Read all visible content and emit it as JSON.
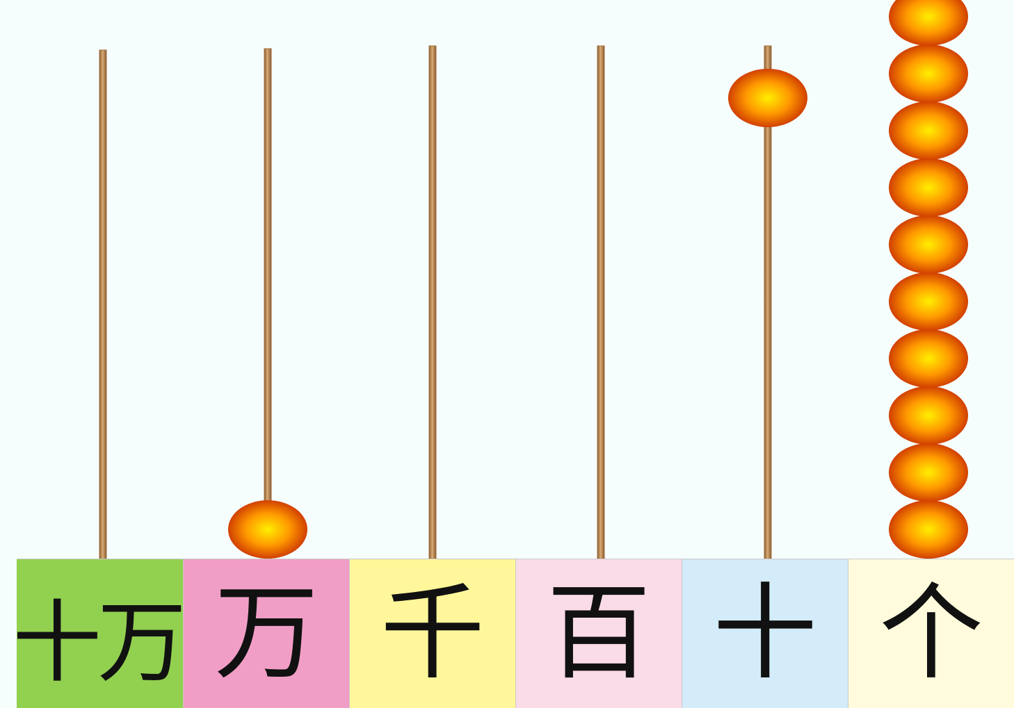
{
  "abacus": {
    "places": [
      {
        "label": "十万",
        "color": "#92d050",
        "beads": 0
      },
      {
        "label": "万",
        "color": "#f19ec6",
        "beads": 1
      },
      {
        "label": "千",
        "color": "#fff79a",
        "beads": 0
      },
      {
        "label": "百",
        "color": "#fadbe8",
        "beads": 0
      },
      {
        "label": "十",
        "color": "#d4ebf9",
        "beads": 1
      },
      {
        "label": "个",
        "color": "#fffbdc",
        "beads": 10
      }
    ],
    "rod_color": "#a0703e",
    "bead_color_center": "#ffee00",
    "bead_color_mid": "#ff9900",
    "bead_color_edge": "#d14000"
  }
}
